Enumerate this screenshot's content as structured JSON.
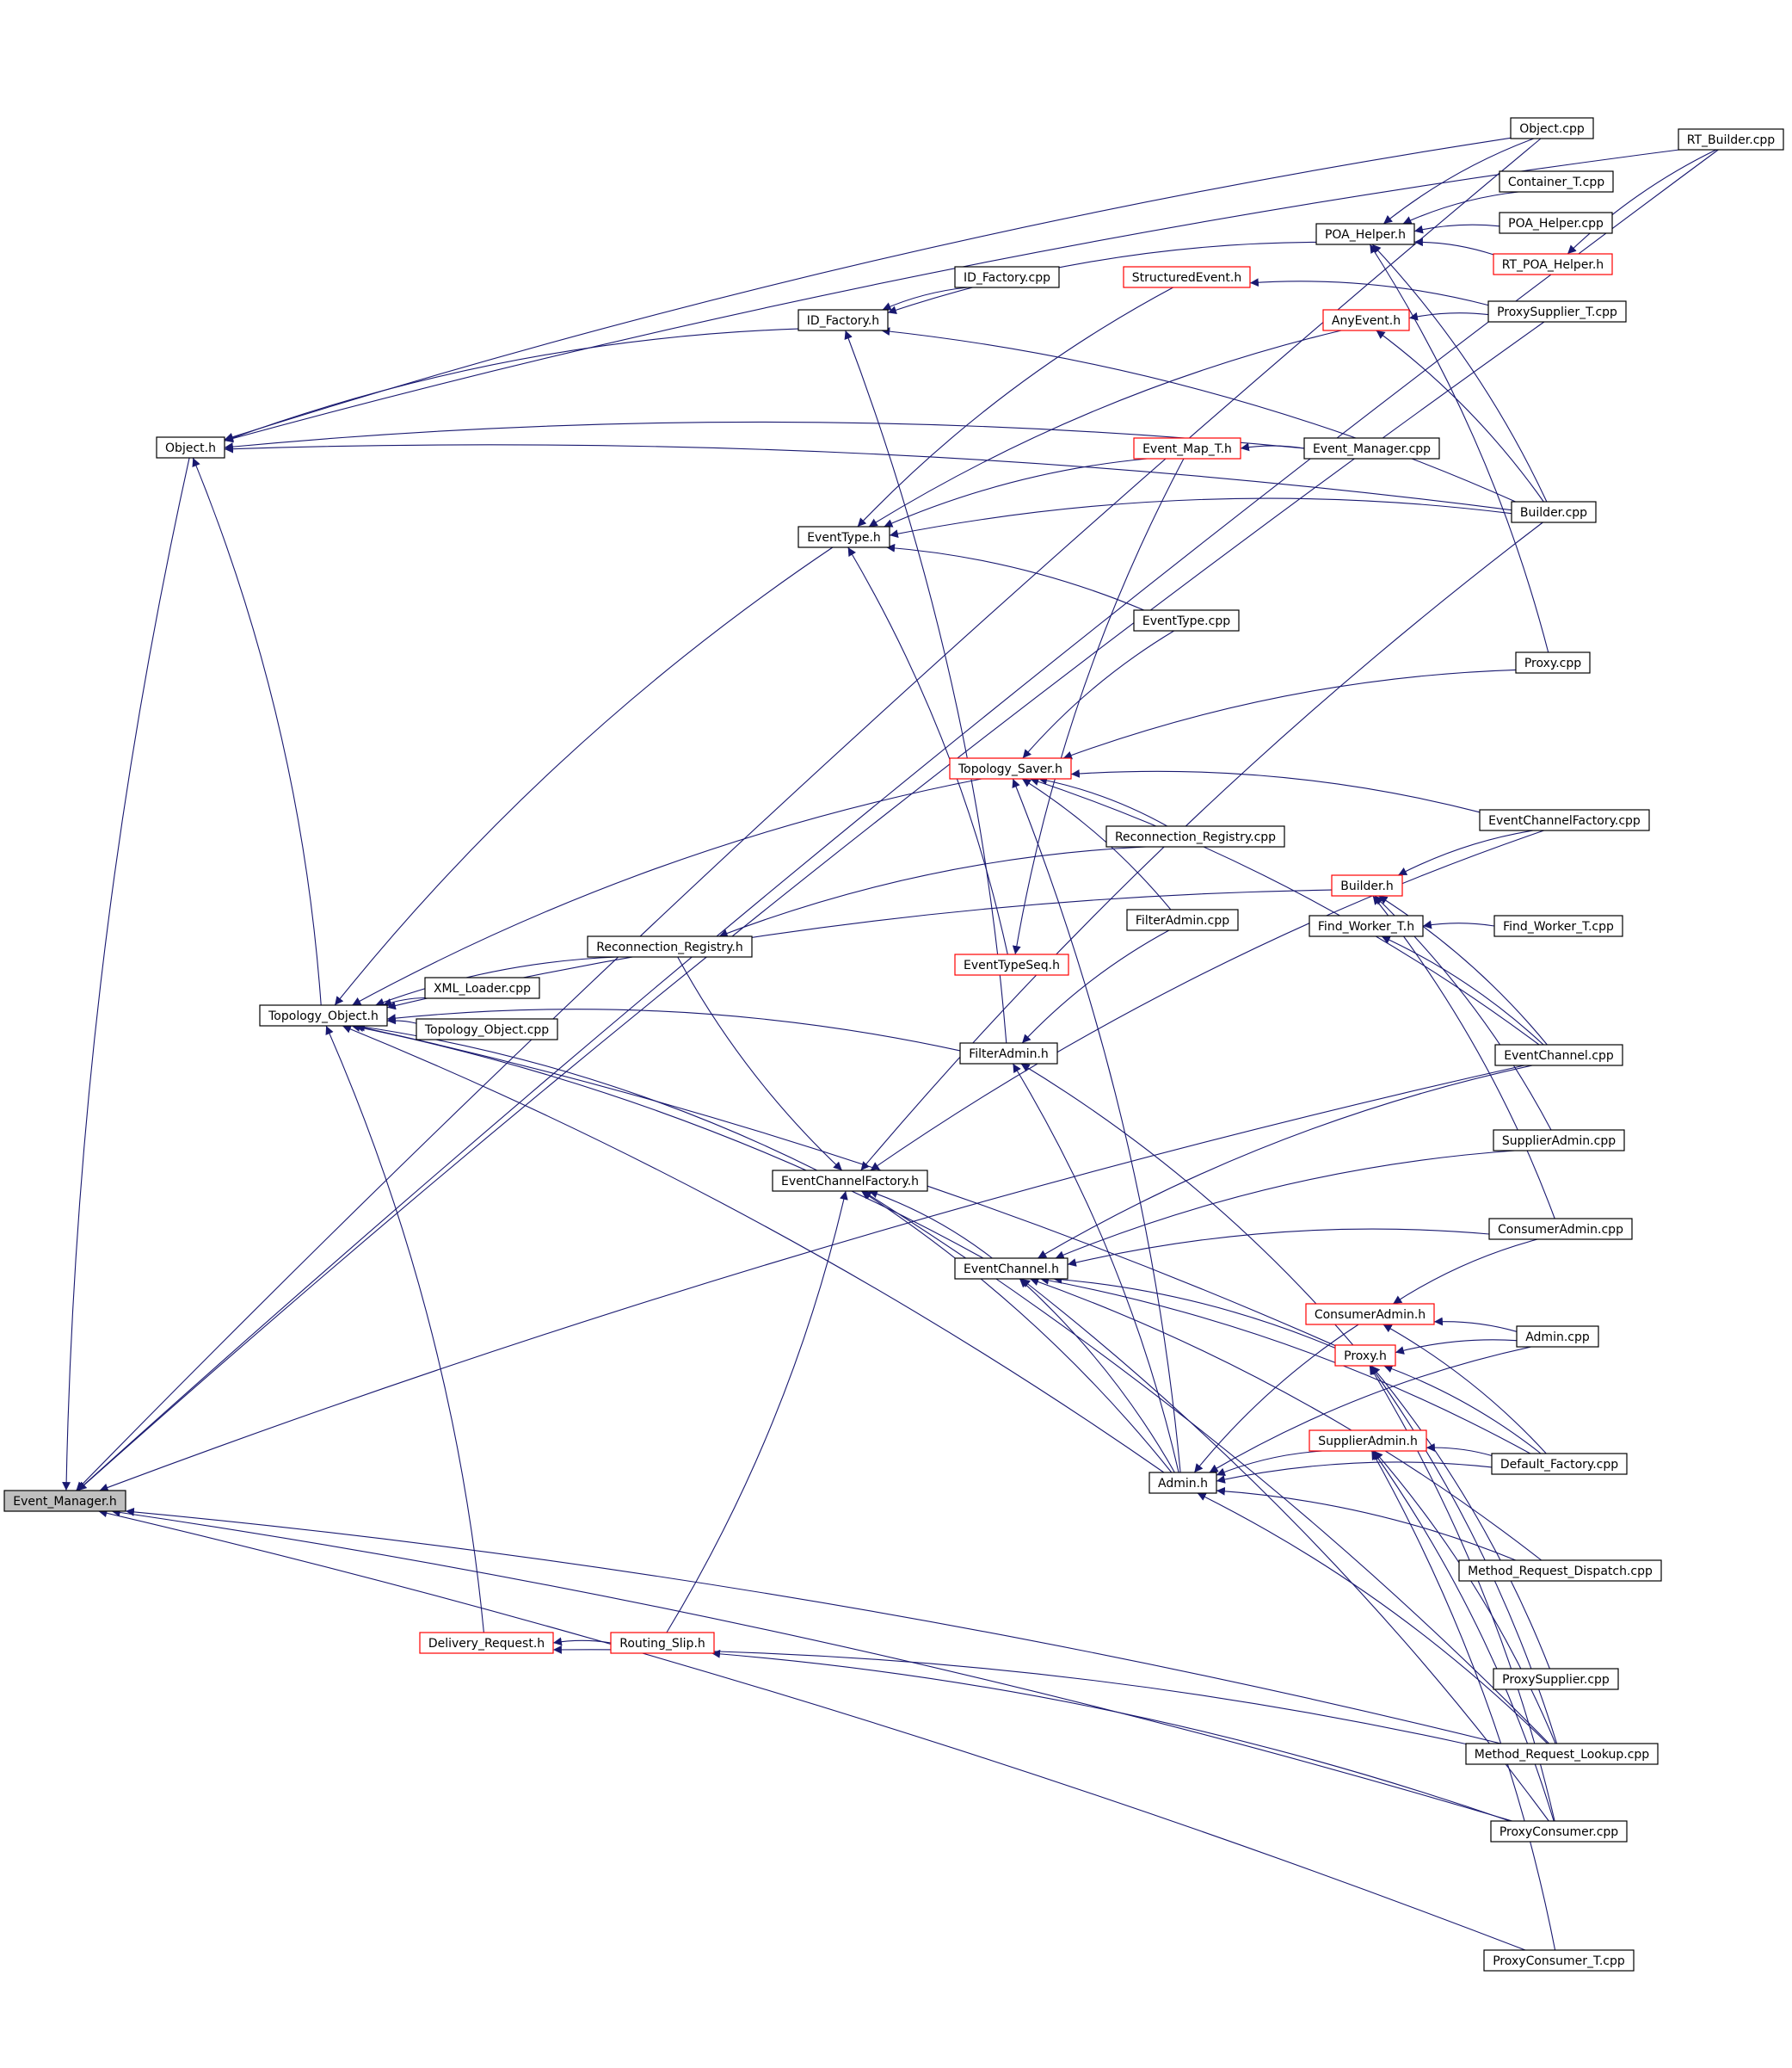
{
  "diagram": {
    "colors": {
      "edge": "#191970",
      "highlight_fill": "#bfbfbf",
      "box_border": "#000000",
      "red_border": "#ff0000",
      "background": "#ffffff"
    },
    "nodes": [
      {
        "id": "event_manager_h",
        "label": "Event_Manager.h",
        "style": "highlight"
      },
      {
        "id": "object_h",
        "label": "Object.h",
        "style": "normal"
      },
      {
        "id": "topology_object_h",
        "label": "Topology_Object.h",
        "style": "normal"
      },
      {
        "id": "delivery_request_h",
        "label": "Delivery_Request.h",
        "style": "red"
      },
      {
        "id": "routing_slip_h",
        "label": "Routing_Slip.h",
        "style": "red"
      },
      {
        "id": "xml_loader_cpp",
        "label": "XML_Loader.cpp",
        "style": "normal"
      },
      {
        "id": "topology_object_cpp",
        "label": "Topology_Object.cpp",
        "style": "normal"
      },
      {
        "id": "reconnection_registry_h",
        "label": "Reconnection_Registry.h",
        "style": "normal"
      },
      {
        "id": "id_factory_h",
        "label": "ID_Factory.h",
        "style": "normal"
      },
      {
        "id": "id_factory_cpp",
        "label": "ID_Factory.cpp",
        "style": "normal"
      },
      {
        "id": "eventtype_h",
        "label": "EventType.h",
        "style": "normal"
      },
      {
        "id": "eventchannelfactory_h",
        "label": "EventChannelFactory.h",
        "style": "normal"
      },
      {
        "id": "eventchannel_h",
        "label": "EventChannel.h",
        "style": "normal"
      },
      {
        "id": "filteradmin_h",
        "label": "FilterAdmin.h",
        "style": "normal"
      },
      {
        "id": "eventtypeseq_h",
        "label": "EventTypeSeq.h",
        "style": "red"
      },
      {
        "id": "topology_saver_h",
        "label": "Topology_Saver.h",
        "style": "red"
      },
      {
        "id": "structuredevent_h",
        "label": "StructuredEvent.h",
        "style": "red"
      },
      {
        "id": "event_map_t_h",
        "label": "Event_Map_T.h",
        "style": "red"
      },
      {
        "id": "eventtype_cpp",
        "label": "EventType.cpp",
        "style": "normal"
      },
      {
        "id": "reconnection_registry_cpp",
        "label": "Reconnection_Registry.cpp",
        "style": "normal"
      },
      {
        "id": "filteradmin_cpp",
        "label": "FilterAdmin.cpp",
        "style": "normal"
      },
      {
        "id": "admin_h",
        "label": "Admin.h",
        "style": "normal"
      },
      {
        "id": "poa_helper_h",
        "label": "POA_Helper.h",
        "style": "normal"
      },
      {
        "id": "anyevent_h",
        "label": "AnyEvent.h",
        "style": "red"
      },
      {
        "id": "event_manager_cpp",
        "label": "Event_Manager.cpp",
        "style": "normal"
      },
      {
        "id": "builder_h",
        "label": "Builder.h",
        "style": "red"
      },
      {
        "id": "find_worker_t_h",
        "label": "Find_Worker_T.h",
        "style": "normal"
      },
      {
        "id": "consumeradmin_h",
        "label": "ConsumerAdmin.h",
        "style": "red"
      },
      {
        "id": "proxy_h",
        "label": "Proxy.h",
        "style": "red"
      },
      {
        "id": "supplieradmin_h",
        "label": "SupplierAdmin.h",
        "style": "red"
      },
      {
        "id": "object_cpp",
        "label": "Object.cpp",
        "style": "normal"
      },
      {
        "id": "container_t_cpp",
        "label": "Container_T.cpp",
        "style": "normal"
      },
      {
        "id": "poa_helper_cpp",
        "label": "POA_Helper.cpp",
        "style": "normal"
      },
      {
        "id": "rt_poa_helper_h",
        "label": "RT_POA_Helper.h",
        "style": "red"
      },
      {
        "id": "proxysupplier_t_cpp",
        "label": "ProxySupplier_T.cpp",
        "style": "normal"
      },
      {
        "id": "builder_cpp",
        "label": "Builder.cpp",
        "style": "normal"
      },
      {
        "id": "proxy_cpp",
        "label": "Proxy.cpp",
        "style": "normal"
      },
      {
        "id": "eventchannelfactory_cpp",
        "label": "EventChannelFactory.cpp",
        "style": "normal"
      },
      {
        "id": "find_worker_t_cpp",
        "label": "Find_Worker_T.cpp",
        "style": "normal"
      },
      {
        "id": "eventchannel_cpp",
        "label": "EventChannel.cpp",
        "style": "normal"
      },
      {
        "id": "supplieradmin_cpp",
        "label": "SupplierAdmin.cpp",
        "style": "normal"
      },
      {
        "id": "consumeradmin_cpp",
        "label": "ConsumerAdmin.cpp",
        "style": "normal"
      },
      {
        "id": "admin_cpp",
        "label": "Admin.cpp",
        "style": "normal"
      },
      {
        "id": "default_factory_cpp",
        "label": "Default_Factory.cpp",
        "style": "normal"
      },
      {
        "id": "method_request_dispatch_cpp",
        "label": "Method_Request_Dispatch.cpp",
        "style": "normal"
      },
      {
        "id": "proxysupplier_cpp",
        "label": "ProxySupplier.cpp",
        "style": "normal"
      },
      {
        "id": "method_request_lookup_cpp",
        "label": "Method_Request_Lookup.cpp",
        "style": "normal"
      },
      {
        "id": "proxyconsumer_cpp",
        "label": "ProxyConsumer.cpp",
        "style": "normal"
      },
      {
        "id": "proxyconsumer_t_cpp",
        "label": "ProxyConsumer_T.cpp",
        "style": "normal"
      },
      {
        "id": "rt_builder_cpp",
        "label": "RT_Builder.cpp",
        "style": "normal"
      }
    ],
    "edges": [
      [
        "object_h",
        "event_manager_h"
      ],
      [
        "topology_object_h",
        "object_h"
      ],
      [
        "delivery_request_h",
        "topology_object_h"
      ],
      [
        "routing_slip_h",
        "delivery_request_h"
      ],
      [
        "xml_loader_cpp",
        "topology_object_h"
      ],
      [
        "topology_object_cpp",
        "topology_object_h"
      ],
      [
        "reconnection_registry_h",
        "topology_object_h"
      ],
      [
        "reconnection_registry_cpp",
        "reconnection_registry_h"
      ],
      [
        "eventtype_h",
        "topology_object_h"
      ],
      [
        "eventchannelfactory_h",
        "topology_object_h"
      ],
      [
        "eventchannel_h",
        "topology_object_h"
      ],
      [
        "filteradmin_h",
        "topology_object_h"
      ],
      [
        "admin_h",
        "topology_object_h"
      ],
      [
        "topology_saver_h",
        "topology_object_h"
      ],
      [
        "builder_h",
        "topology_object_h"
      ],
      [
        "proxy_h",
        "topology_object_h"
      ],
      [
        "id_factory_h",
        "object_h"
      ],
      [
        "id_factory_cpp",
        "id_factory_h"
      ],
      [
        "poa_helper_h",
        "id_factory_h"
      ],
      [
        "builder_cpp",
        "id_factory_h"
      ],
      [
        "filteradmin_h",
        "id_factory_h"
      ],
      [
        "structuredevent_h",
        "eventtype_h"
      ],
      [
        "anyevent_h",
        "eventtype_h"
      ],
      [
        "event_map_t_h",
        "eventtype_h"
      ],
      [
        "eventtype_cpp",
        "eventtype_h"
      ],
      [
        "builder_cpp",
        "eventtype_h"
      ],
      [
        "eventtypeseq_h",
        "eventtype_h"
      ],
      [
        "event_manager_cpp",
        "event_map_t_h"
      ],
      [
        "proxysupplier_t_cpp",
        "structuredevent_h"
      ],
      [
        "proxysupplier_t_cpp",
        "anyevent_h"
      ],
      [
        "builder_cpp",
        "anyevent_h"
      ],
      [
        "object_cpp",
        "poa_helper_h"
      ],
      [
        "container_t_cpp",
        "poa_helper_h"
      ],
      [
        "poa_helper_cpp",
        "poa_helper_h"
      ],
      [
        "rt_poa_helper_h",
        "poa_helper_h"
      ],
      [
        "rt_builder_cpp",
        "rt_poa_helper_h"
      ],
      [
        "eventtype_cpp",
        "topology_saver_h"
      ],
      [
        "proxy_cpp",
        "topology_saver_h"
      ],
      [
        "eventchannelfactory_cpp",
        "topology_saver_h"
      ],
      [
        "reconnection_registry_cpp",
        "topology_saver_h"
      ],
      [
        "filteradmin_cpp",
        "topology_saver_h"
      ],
      [
        "eventchannel_cpp",
        "topology_saver_h"
      ],
      [
        "admin_h",
        "topology_saver_h"
      ],
      [
        "event_map_t_h",
        "eventtypeseq_h"
      ],
      [
        "filteradmin_cpp",
        "filteradmin_h"
      ],
      [
        "admin_h",
        "filteradmin_h"
      ],
      [
        "proxy_h",
        "filteradmin_h"
      ],
      [
        "eventchannelfactory_cpp",
        "eventchannelfactory_h"
      ],
      [
        "builder_cpp",
        "eventchannelfactory_h"
      ],
      [
        "eventchannel_h",
        "eventchannelfactory_h"
      ],
      [
        "admin_h",
        "eventchannelfactory_h"
      ],
      [
        "routing_slip_h",
        "eventchannelfactory_h"
      ],
      [
        "reconnection_registry_h",
        "eventchannelfactory_h"
      ],
      [
        "method_request_lookup_cpp",
        "eventchannelfactory_h"
      ],
      [
        "eventchannel_cpp",
        "eventchannel_h"
      ],
      [
        "supplieradmin_cpp",
        "eventchannel_h"
      ],
      [
        "consumeradmin_cpp",
        "eventchannel_h"
      ],
      [
        "admin_h",
        "eventchannel_h"
      ],
      [
        "proxy_h",
        "eventchannel_h"
      ],
      [
        "default_factory_cpp",
        "eventchannel_h"
      ],
      [
        "method_request_dispatch_cpp",
        "eventchannel_h"
      ],
      [
        "proxyconsumer_cpp",
        "eventchannel_h"
      ],
      [
        "supplieradmin_h",
        "admin_h"
      ],
      [
        "consumeradmin_h",
        "admin_h"
      ],
      [
        "default_factory_cpp",
        "admin_h"
      ],
      [
        "method_request_dispatch_cpp",
        "admin_h"
      ],
      [
        "method_request_lookup_cpp",
        "admin_h"
      ],
      [
        "admin_cpp",
        "admin_h"
      ],
      [
        "eventchannelfactory_cpp",
        "builder_h"
      ],
      [
        "eventchannel_cpp",
        "builder_h"
      ],
      [
        "supplieradmin_cpp",
        "builder_h"
      ],
      [
        "consumeradmin_cpp",
        "builder_h"
      ],
      [
        "find_worker_t_cpp",
        "find_worker_t_h"
      ],
      [
        "eventchannel_cpp",
        "find_worker_t_h"
      ],
      [
        "admin_cpp",
        "consumeradmin_h"
      ],
      [
        "consumeradmin_cpp",
        "consumeradmin_h"
      ],
      [
        "default_factory_cpp",
        "consumeradmin_h"
      ],
      [
        "admin_cpp",
        "proxy_h"
      ],
      [
        "default_factory_cpp",
        "proxy_h"
      ],
      [
        "proxysupplier_cpp",
        "proxy_h"
      ],
      [
        "proxyconsumer_cpp",
        "proxy_h"
      ],
      [
        "method_request_lookup_cpp",
        "proxy_h"
      ],
      [
        "default_factory_cpp",
        "supplieradmin_h"
      ],
      [
        "proxyconsumer_cpp",
        "supplieradmin_h"
      ],
      [
        "method_request_lookup_cpp",
        "supplieradmin_h"
      ],
      [
        "proxyconsumer_t_cpp",
        "supplieradmin_h"
      ],
      [
        "object_cpp",
        "object_h"
      ],
      [
        "rt_builder_cpp",
        "object_h"
      ],
      [
        "event_manager_cpp",
        "object_h"
      ],
      [
        "builder_cpp",
        "object_h"
      ],
      [
        "builder_cpp",
        "poa_helper_h"
      ],
      [
        "proxy_cpp",
        "poa_helper_h"
      ],
      [
        "object_cpp",
        "event_manager_h"
      ],
      [
        "rt_builder_cpp",
        "event_manager_h"
      ],
      [
        "eventchannel_cpp",
        "event_manager_h"
      ],
      [
        "proxyconsumer_cpp",
        "event_manager_h"
      ],
      [
        "method_request_lookup_cpp",
        "event_manager_h"
      ],
      [
        "proxysupplier_t_cpp",
        "event_manager_h"
      ],
      [
        "proxyconsumer_t_cpp",
        "event_manager_h"
      ],
      [
        "proxyconsumer_cpp",
        "routing_slip_h"
      ],
      [
        "method_request_lookup_cpp",
        "delivery_request_h"
      ]
    ]
  }
}
